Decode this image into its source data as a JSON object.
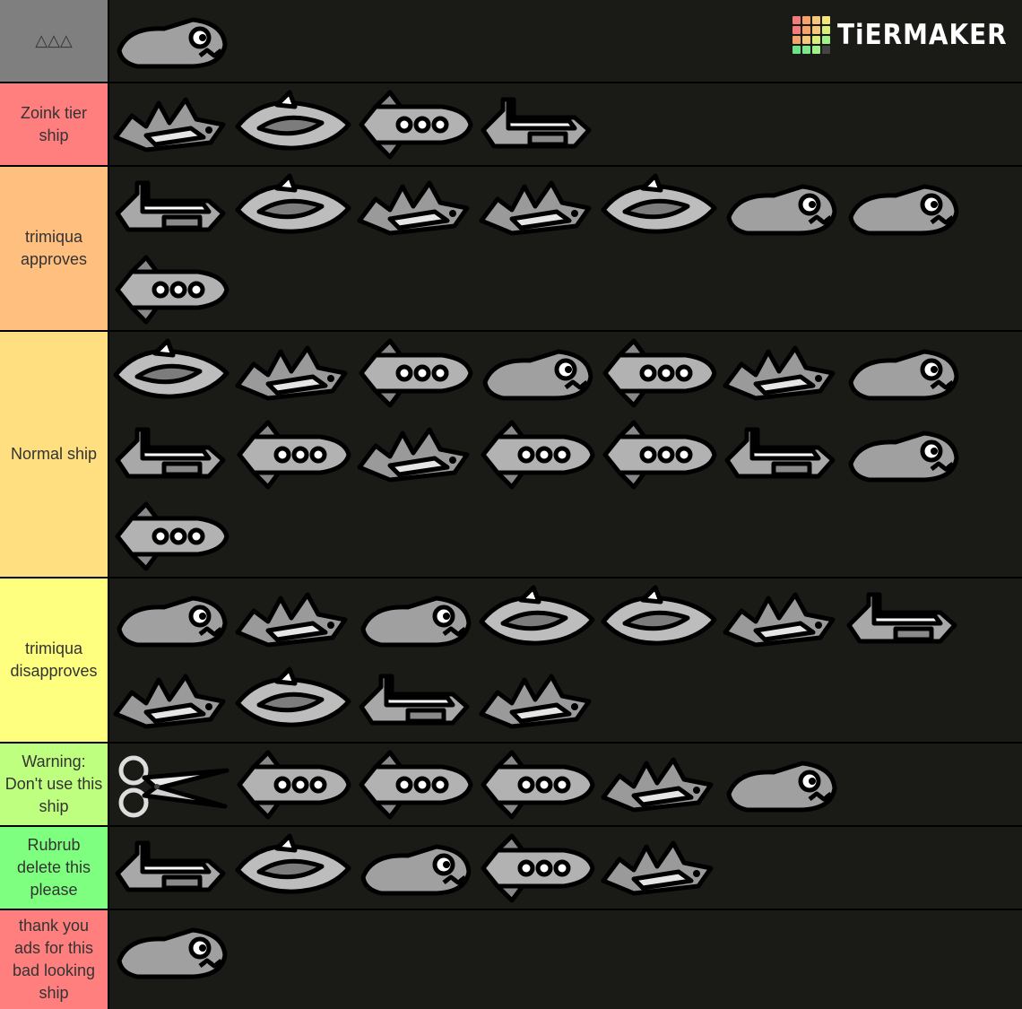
{
  "brand": {
    "name": "TiERMAKER",
    "grid_colors": [
      "#f47b7b",
      "#f4a36b",
      "#f6c77b",
      "#f3e47b",
      "#f47b7b",
      "#f4a36b",
      "#f6c77b",
      "#d8ef7b",
      "#f4a36b",
      "#f6c77b",
      "#d8ef7b",
      "#9ff28a",
      "#6fe08a",
      "#7de88a",
      "#9ff28a",
      "#444444"
    ]
  },
  "tiers": [
    {
      "label": "△△△",
      "color": "#7f7f7f",
      "count": 1
    },
    {
      "label": "Zoink tier ship",
      "color": "#ff7f7f",
      "count": 4
    },
    {
      "label": "trimiqua approves",
      "color": "#ffbf7f",
      "count": 8
    },
    {
      "label": "Normal ship",
      "color": "#ffdf7f",
      "count": 15
    },
    {
      "label": "trimiqua disapproves",
      "color": "#ffff7f",
      "count": 11
    },
    {
      "label": "Warning: Don't use this ship",
      "color": "#bfff7f",
      "count": 6
    },
    {
      "label": "Rubrub delete this please",
      "color": "#7fff7f",
      "count": 5
    },
    {
      "label": "thank you ads for this bad looking ship",
      "color": "#ff7f7f",
      "count": 1
    }
  ]
}
